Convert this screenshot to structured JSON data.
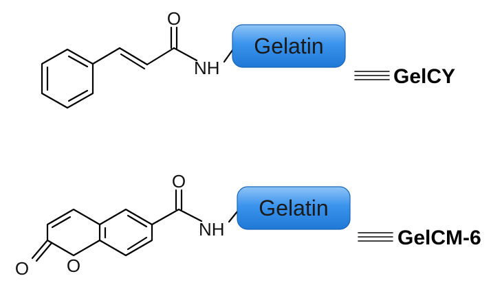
{
  "molecule_1": {
    "atoms": {
      "carbonyl_oxygen": "O",
      "amide_nitrogen": "NH"
    },
    "conjugate_label": "Gelatin",
    "name": "GelCY"
  },
  "molecule_2": {
    "atoms": {
      "carbonyl_oxygen": "O",
      "amide_nitrogen": "NH",
      "lactone_carbonyl_oxygen": "O",
      "ring_oxygen": "O"
    },
    "conjugate_label": "Gelatin",
    "name": "GelCM-6"
  },
  "colors": {
    "pill_top": "#8fc4f7",
    "pill_mid": "#3a93ec",
    "pill_bottom": "#1f78d6",
    "pill_border": "#1a64b8",
    "bond": "#000000"
  }
}
